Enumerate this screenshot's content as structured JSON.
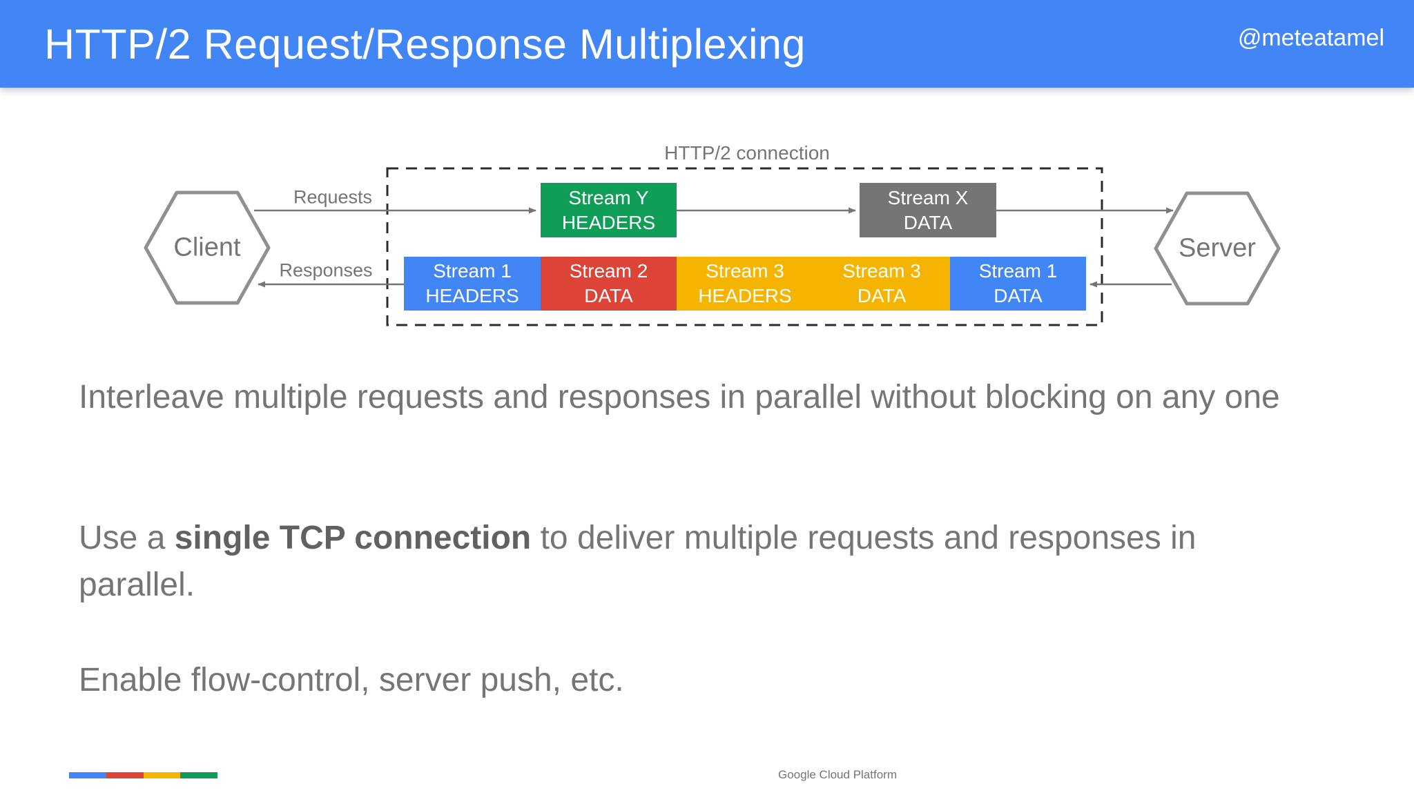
{
  "header": {
    "title": "HTTP/2 Request/Response Multiplexing",
    "handle": "@meteatamel",
    "bg_color": "#4285F4"
  },
  "palette": {
    "blue": "#4285F4",
    "red": "#DB4437",
    "yellow": "#F4B400",
    "green": "#0F9D58",
    "gray": "#757575"
  },
  "diagram": {
    "connection_label": "HTTP/2 connection",
    "client_label": "Client",
    "server_label": "Server",
    "requests_label": "Requests",
    "responses_label": "Responses",
    "request_stream_boxes": [
      {
        "line1": "Stream Y",
        "line2": "HEADERS",
        "color": "#0F9D58"
      },
      {
        "line1": "Stream X",
        "line2": "DATA",
        "color": "#757575"
      }
    ],
    "response_stream_boxes": [
      {
        "line1": "Stream 1",
        "line2": "HEADERS",
        "color": "#4285F4"
      },
      {
        "line1": "Stream 2",
        "line2": "DATA",
        "color": "#DB4437"
      },
      {
        "line1": "Stream 3",
        "line2": "HEADERS",
        "color": "#F4B400"
      },
      {
        "line1": "Stream 3",
        "line2": "DATA",
        "color": "#F4B400"
      },
      {
        "line1": "Stream 1",
        "line2": "DATA",
        "color": "#4285F4"
      }
    ]
  },
  "body": {
    "para1": "Interleave multiple requests and responses in parallel without blocking on any one",
    "para2_prefix": "Use a ",
    "para2_bold": "single TCP connection",
    "para2_suffix": " to deliver multiple requests and responses in parallel.",
    "para3": "Enable flow-control, server push, etc."
  },
  "footer": {
    "brand_text": "Google Cloud Platform",
    "bar_colors": [
      "#4285F4",
      "#DB4437",
      "#F4B400",
      "#0F9D58"
    ]
  }
}
